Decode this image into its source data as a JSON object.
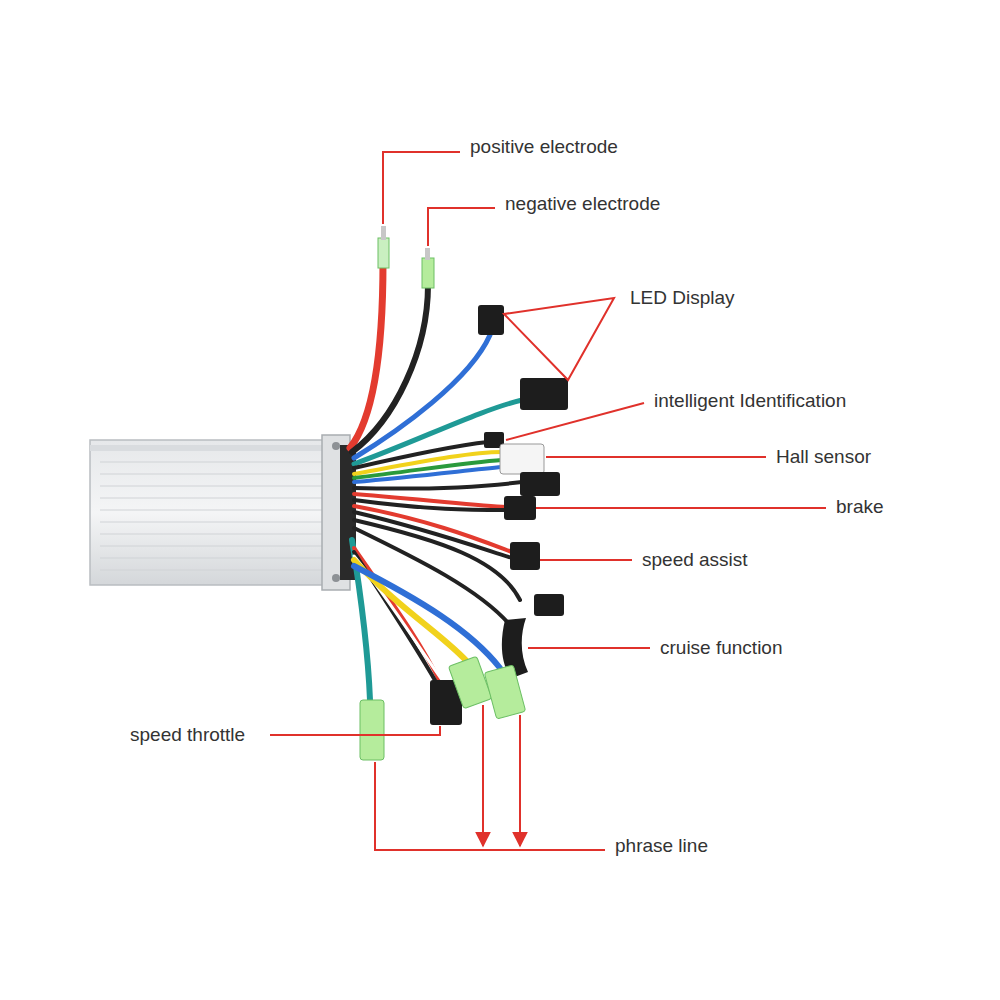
{
  "diagram": {
    "labels": [
      "positive electrode",
      "negative electrode",
      "LED Display",
      "intelligent Identification",
      "Hall sensor",
      "brake",
      "speed assist",
      "cruise function",
      "speed throttle",
      "phrase line"
    ]
  }
}
